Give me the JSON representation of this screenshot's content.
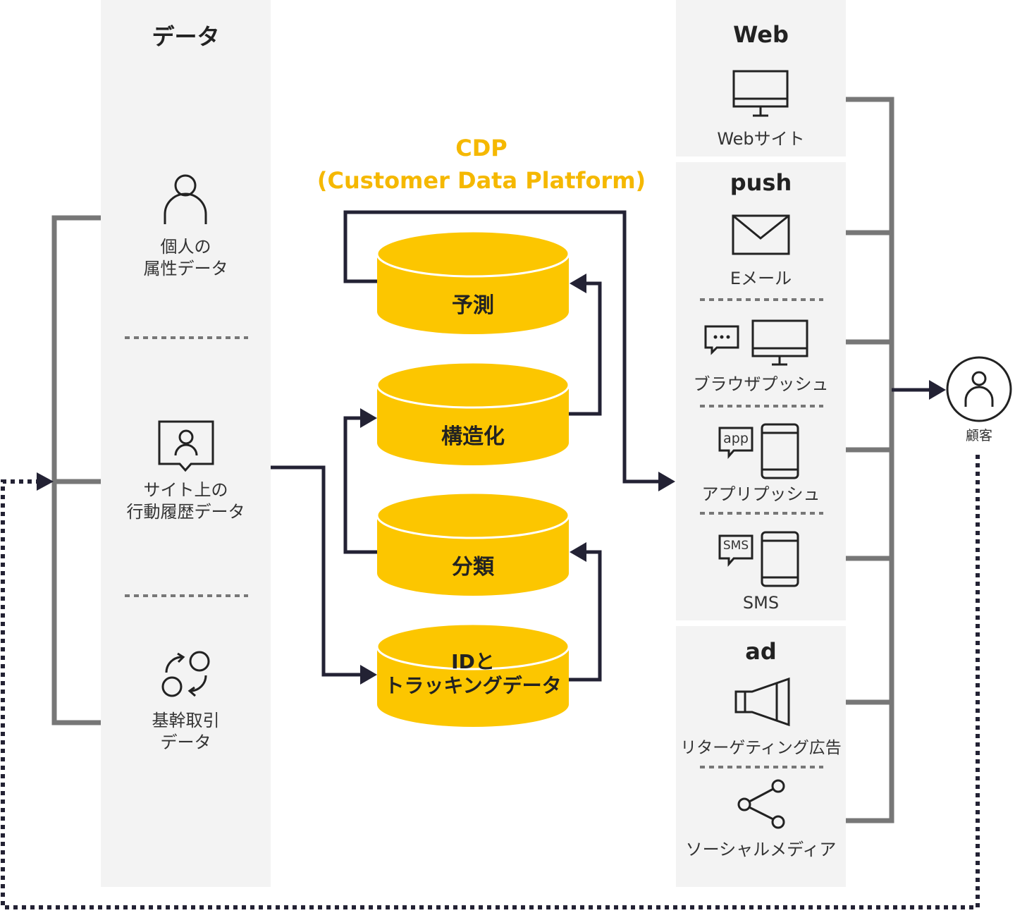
{
  "colors": {
    "accent": "#fcc600",
    "connector_dark": "#232234",
    "connector_gray": "#777777",
    "panel_bg": "#f3f3f3"
  },
  "data_column": {
    "title": "データ",
    "items": [
      {
        "icon": "person-icon",
        "label_line1": "個人の",
        "label_line2": "属性データ"
      },
      {
        "icon": "user-chat-icon",
        "label_line1": "サイト上の",
        "label_line2": "行動履歴データ"
      },
      {
        "icon": "exchange-icon",
        "label_line1": "基幹取引",
        "label_line2": "データ"
      }
    ]
  },
  "cdp": {
    "title_line1": "CDP",
    "title_line2": "(Customer Data Platform)",
    "stages": [
      {
        "label": "予測"
      },
      {
        "label": "構造化"
      },
      {
        "label": "分類"
      },
      {
        "label_line1": "IDと",
        "label_line2": "トラッキングデータ"
      }
    ]
  },
  "channels": {
    "web": {
      "title": "Web",
      "items": [
        {
          "icon": "monitor-icon",
          "label": "Webサイト"
        }
      ]
    },
    "push": {
      "title": "push",
      "items": [
        {
          "icon": "mail-icon",
          "label": "Eメール"
        },
        {
          "icon": "chat-monitor-icon",
          "label": "ブラウザプッシュ"
        },
        {
          "icon": "app-phone-icon",
          "badge": "app",
          "label": "アプリプッシュ"
        },
        {
          "icon": "sms-phone-icon",
          "badge": "SMS",
          "label": "SMS"
        }
      ]
    },
    "ad": {
      "title": "ad",
      "items": [
        {
          "icon": "megaphone-icon",
          "label": "リターゲティング広告"
        },
        {
          "icon": "share-icon",
          "label": "ソーシャルメディア"
        }
      ]
    }
  },
  "customer": {
    "icon": "customer-icon",
    "label": "顧客"
  }
}
